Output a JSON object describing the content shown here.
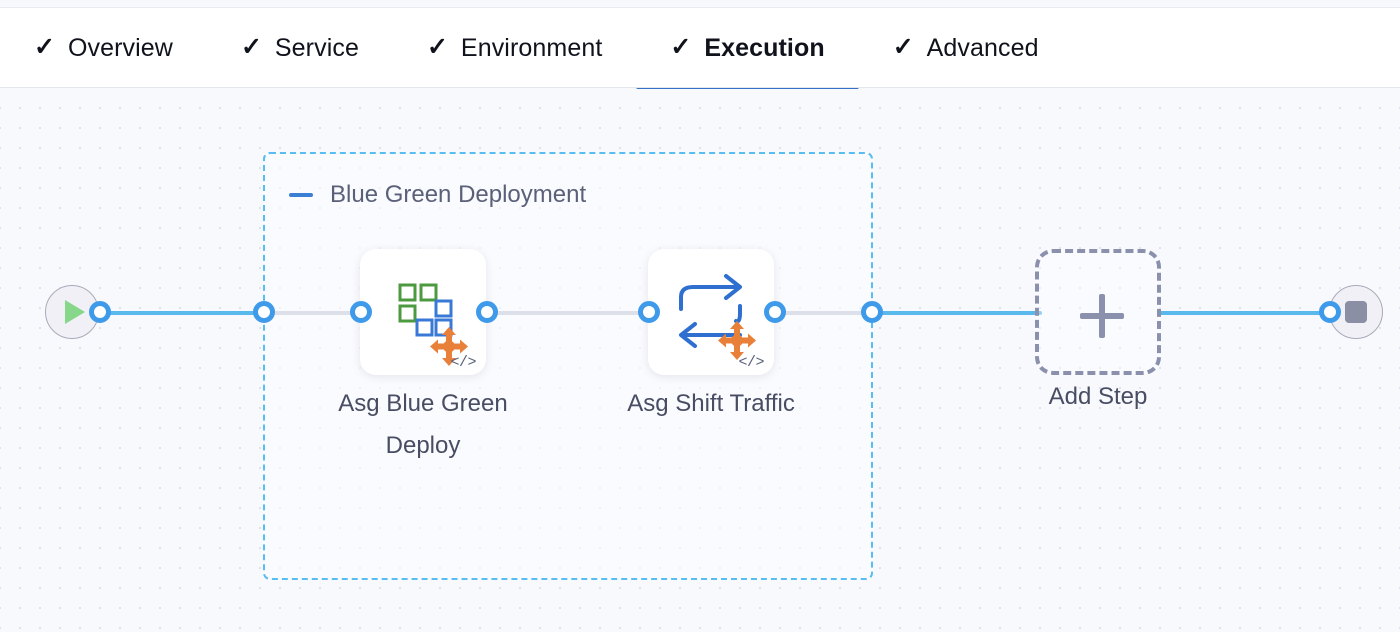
{
  "header": {
    "tabs": [
      {
        "label": "Overview",
        "icon": "check-icon",
        "completed": true,
        "active": false
      },
      {
        "label": "Service",
        "icon": "check-icon",
        "completed": true,
        "active": false
      },
      {
        "label": "Environment",
        "icon": "check-icon",
        "completed": true,
        "active": false
      },
      {
        "label": "Execution",
        "icon": "check-icon",
        "completed": true,
        "active": true
      },
      {
        "label": "Advanced",
        "icon": "check-icon",
        "completed": true,
        "active": false
      }
    ],
    "check_glyph": "✓",
    "active_underline_color": "#3570c6"
  },
  "canvas": {
    "background_color": "#f8f9fd",
    "dot_grid_color": "#dfe2ee",
    "start_node": {
      "name": "pipeline-start",
      "icon": "play-icon",
      "icon_color": "#86d78a"
    },
    "end_node": {
      "name": "pipeline-end",
      "icon": "stop-icon",
      "icon_color": "#8b8fa3"
    },
    "group": {
      "title": "Blue Green Deployment",
      "collapse_icon": "minus-icon",
      "collapse_icon_color": "#3b7fd4",
      "border_color": "#58bdf0",
      "steps": [
        {
          "label": "Asg Blue Green Deploy",
          "icon": "asg-blue-green-deploy-icon",
          "badge": "</>",
          "badge_name": "code-badge-icon"
        },
        {
          "label": "Asg Shift Traffic",
          "icon": "asg-shift-traffic-icon",
          "badge": "</>",
          "badge_name": "code-badge-icon"
        }
      ]
    },
    "add_step": {
      "label": "Add Step",
      "icon": "plus-icon"
    },
    "connector_color": "#5ab9ec",
    "dashed_connector_color": "#b9bdcd"
  }
}
